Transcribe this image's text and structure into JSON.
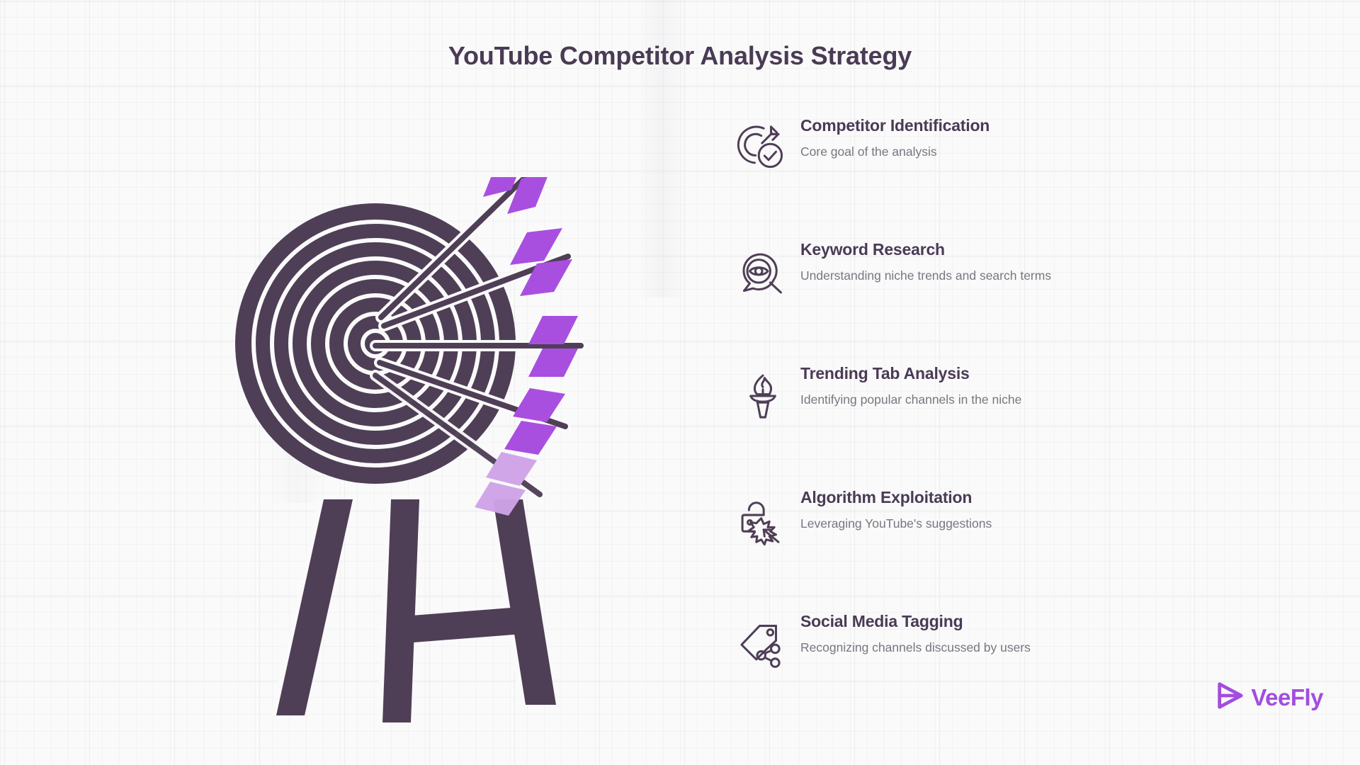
{
  "page": {
    "title": "YouTube Competitor Analysis Strategy",
    "background_color": "#fafafa",
    "ink_color": "#4a3b55",
    "muted_text_color": "#777781",
    "accent_color": "#a24de0"
  },
  "features": [
    {
      "icon": "target-arrow-check-icon",
      "title": "Competitor Identification",
      "description": "Core goal of the analysis"
    },
    {
      "icon": "magnifier-eye-icon",
      "title": "Keyword Research",
      "description": "Understanding niche trends and search terms"
    },
    {
      "icon": "torch-flame-icon",
      "title": "Trending Tab Analysis",
      "description": "Identifying popular channels in the niche"
    },
    {
      "icon": "padlock-cursor-click-icon",
      "title": "Algorithm Exploitation",
      "description": "Leveraging YouTube's suggestions"
    },
    {
      "icon": "price-tag-share-icon",
      "title": "Social Media Tagging",
      "description": "Recognizing channels discussed by users"
    }
  ],
  "illustration": {
    "name": "archery-target-with-arrows",
    "target_color": "#4f3f56",
    "ring_separator_color": "#fafafa",
    "arrow_shaft_color": "#4f3f56",
    "fletching_color": "#a94fe0",
    "faded_fletching_color": "#cfa3e8",
    "arrow_count": 5,
    "ring_count": 7
  },
  "logo": {
    "mark": "veefly-play-triangle-icon",
    "text": "VeeFly",
    "color": "#a24de0"
  }
}
